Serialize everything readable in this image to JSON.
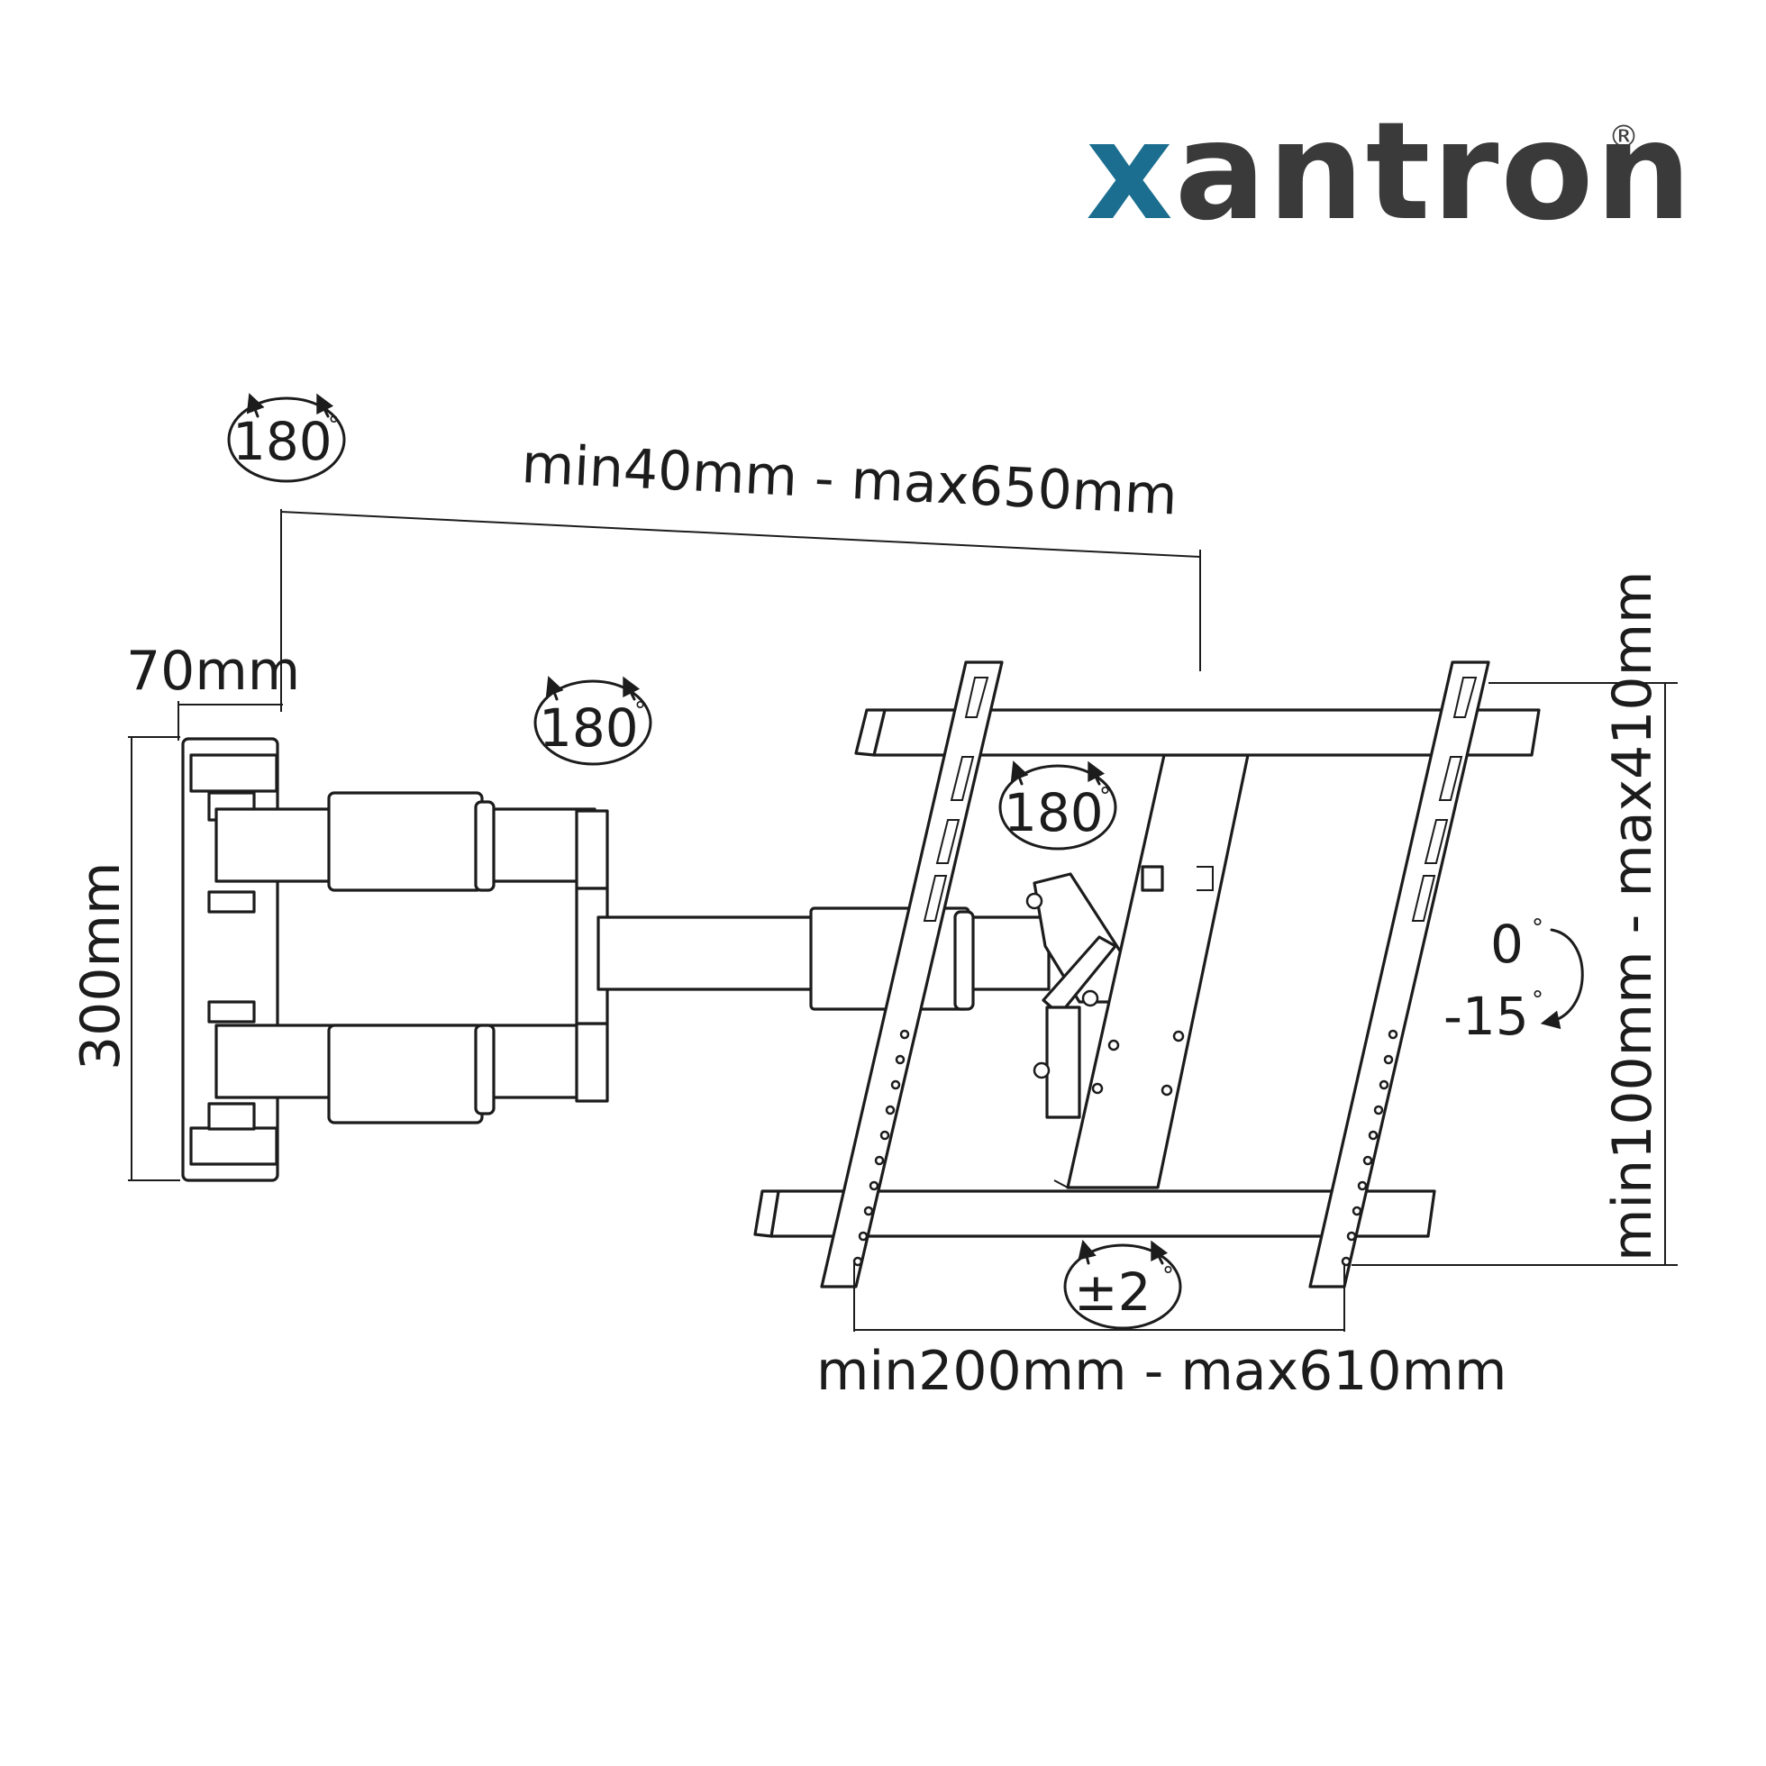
{
  "brand": {
    "logo_accent_letter": "x",
    "logo_rest": "antron",
    "registered_mark": "®",
    "accent_color": "#1b6e8f",
    "text_color": "#3a3a3a"
  },
  "labels": {
    "wall_rotation": "180",
    "arm_rotation": "180",
    "head_rotation": "180",
    "extension_range": "min40mm - max650mm",
    "wall_plate_depth": "70mm",
    "wall_plate_height": "300mm",
    "vesa_horizontal": "min200mm - max610mm",
    "vesa_vertical": "min100mm - max410mm",
    "tilt_top": "0",
    "tilt_bottom": "-15",
    "level_adjust": "±2",
    "degree_symbol": "°"
  },
  "icons": {
    "rotation": "rotation-arrow-icon",
    "tilt": "tilt-arrow-icon"
  }
}
